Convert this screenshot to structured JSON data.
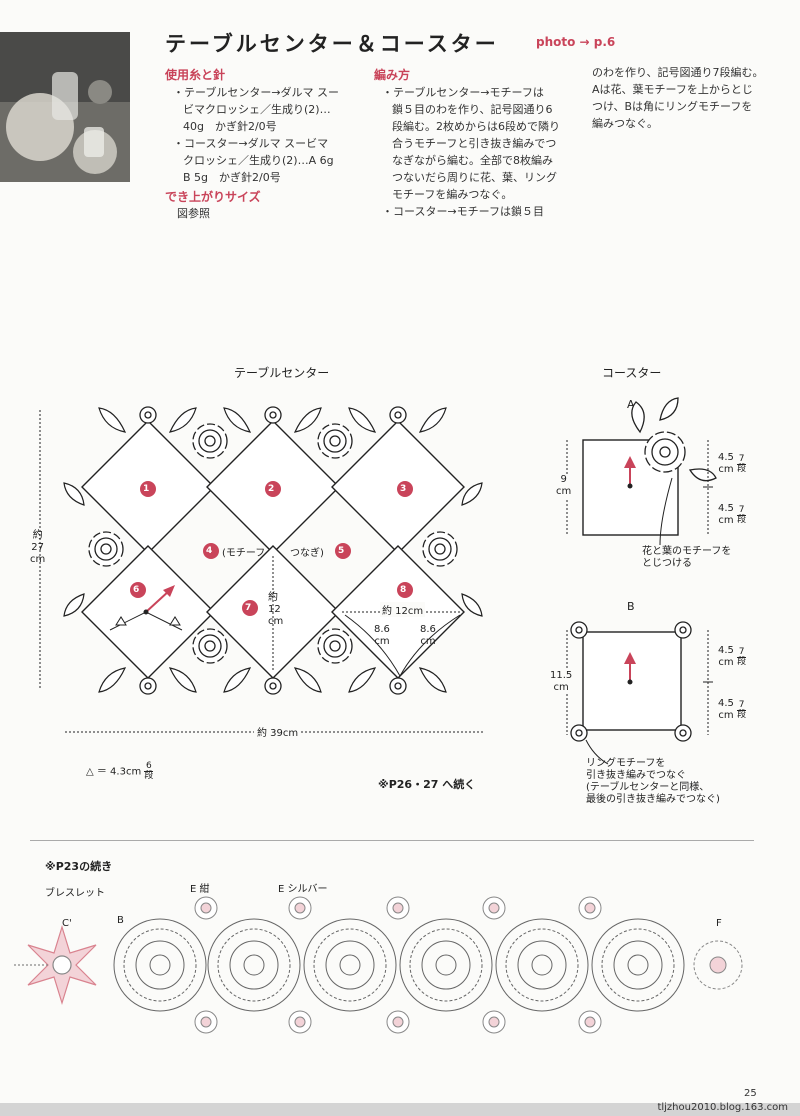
{
  "header": {
    "title": "テーブルセンター＆コースター",
    "photo_ref": "photo → p.6"
  },
  "materials": {
    "heading": "使用糸と針",
    "lines": [
      "・テーブルセンター→ダルマ スー",
      "ビマクロッシェ／生成り(2)…",
      "40g　かぎ針2/0号",
      "・コースター→ダルマ スービマ",
      "クロッシェ／生成り(2)…A 6g",
      "B 5g　かぎ針2/0号"
    ],
    "size_heading": "でき上がりサイズ",
    "size_text": "図参照"
  },
  "method": {
    "heading": "編み方",
    "lines": [
      "・テーブルセンター→モチーフは",
      "鎖５目のわを作り、記号図通り6",
      "段編む。2枚めからは6段めで隣り",
      "合うモチーフと引き抜き編みでつ",
      "なぎながら編む。全部で8枚編み",
      "つないだら周りに花、葉、リング",
      "モチーフを編みつなぐ。",
      "・コースター→モチーフは鎖５目"
    ],
    "lines2": [
      "のわを作り、記号図通り7段編む。",
      "Aは花、葉モチーフを上からとじ",
      "つけ、Bは角にリングモチーフを",
      "編みつなぐ。"
    ]
  },
  "table_center": {
    "title": "テーブルセンター",
    "motif_numbers": [
      "1",
      "2",
      "3",
      "4",
      "5",
      "6",
      "7",
      "8"
    ],
    "note_join_1": "(モチーフ",
    "note_join_2": "つなぎ)",
    "height_label_1": "約",
    "height_label_2": "27",
    "height_label_3": "cm",
    "width_label": "約 39cm",
    "motif_h_1": "約",
    "motif_h_2": "12",
    "motif_h_3": "cm",
    "motif_w": "約 12cm",
    "edge_1": "8.6",
    "edge_2": "cm",
    "edge_3": "8.6",
    "edge_4": "cm",
    "legend_symbol": "△ ＝ 4.3cm",
    "legend_num": "6",
    "legend_den": "段",
    "continue_note": "※P26・27 へ続く"
  },
  "coaster": {
    "title": "コースター",
    "a_label": "A",
    "b_label": "B",
    "a_height_1": "9",
    "a_height_2": "cm",
    "seg_val": "4.5",
    "seg_unit": "cm",
    "seg_num": "7",
    "seg_den": "段",
    "a_note_1": "花と葉のモチーフを",
    "a_note_2": "とじつける",
    "b_height_1": "11.5",
    "b_height_2": "cm",
    "b_note_1": "リングモチーフを",
    "b_note_2": "引き抜き編みでつなぐ",
    "b_note_3": "(テーブルセンターと同様、",
    "b_note_4": "最後の引き抜き編みでつなぐ)"
  },
  "bracelet": {
    "section_title": "※P23の続き",
    "label": "ブレスレット",
    "c_label": "C'",
    "b_label": "B",
    "e_navy": "E 紺",
    "e_silver": "E シルバー",
    "f_label": "F"
  },
  "footer": {
    "page_number": "25",
    "site": "tljzhou2010.blog.163.com"
  },
  "colors": {
    "accent": "#c9445a",
    "line": "#222222"
  }
}
